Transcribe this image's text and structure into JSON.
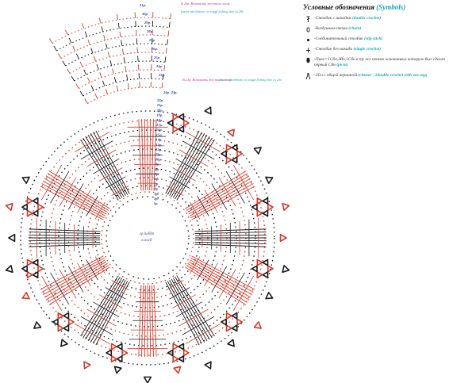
{
  "legend": {
    "title": "Условные обозначения",
    "title_en": "(Symbols)",
    "items": [
      {
        "ru": "-Столбик с накидом",
        "en": "(double crochet)",
        "icon": "double-crochet"
      },
      {
        "ru": "-Воздушная петля",
        "en": "(chain)",
        "icon": "chain"
      },
      {
        "ru": "-Соединительный столбик",
        "en": "(slip stich)",
        "icon": "slip-stitch"
      },
      {
        "ru": "-Столбик без накида",
        "en": "(single crochet)",
        "icon": "single-crochet"
      },
      {
        "ru": "-Пико=1Сбн,3Вп,1Сбн в ту же петлю основания,в которую был сделан первый Сбн",
        "en": "(picot)",
        "icon": "picot"
      },
      {
        "ru": "-2Сн с общей вершиной",
        "en": "(cluster - 2double crochet with one top)",
        "icon": "cluster"
      }
    ]
  },
  "notes": [
    {
      "ru": "В 29р. Вставить жесткую леску",
      "en": "Insert wholebone or tough fishing line in 29r.",
      "color": "#cc3399"
    },
    {
      "ru": "В 23р. Вставить жесткую леску",
      "en": "Insert wholebone or tough fishing line in 23r.",
      "color": "#cc3399"
    }
  ],
  "rounds_upper": [
    "31р.",
    "30р.",
    "29р.",
    "28р.",
    "27р.",
    "26р.",
    "25р.",
    "24р.",
    "23р."
  ],
  "rounds_lower": [
    "22р.",
    "21р.",
    "20р.",
    "19р.",
    "18р.",
    "17р.",
    "16р.",
    "15р.",
    "14р.",
    "13р.",
    "12р.",
    "11р.",
    "10р.",
    "9р.",
    "8р.",
    "7р.",
    "6р.",
    "5р.",
    "4р.",
    "3р.",
    "2р.",
    "1р."
  ],
  "round_range": "24р.-23р.",
  "center": {
    "line1": "гр.6об8п",
    "line2": "в.пос8"
  },
  "colors": {
    "black": "#1a1a1a",
    "red": "#d43a2a",
    "blue": "#1b3fa8",
    "teal": "#1aa6b8",
    "magenta": "#cc3399"
  }
}
